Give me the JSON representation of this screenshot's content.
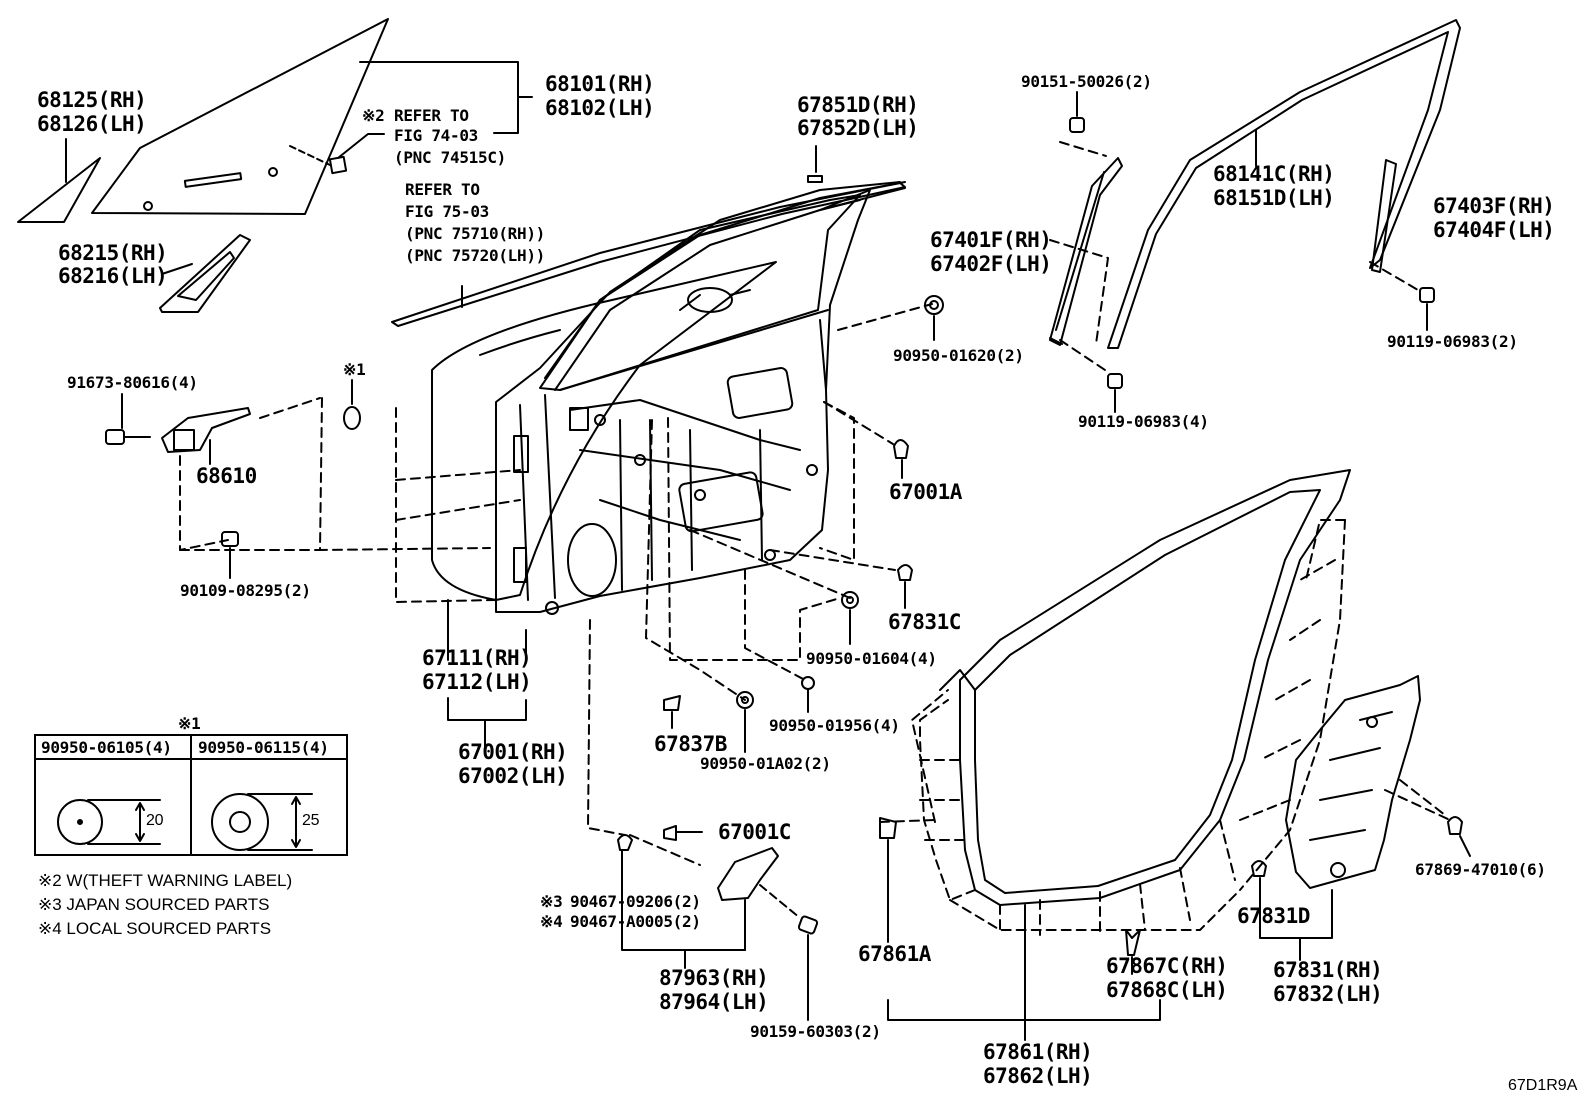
{
  "figure_id": "67D1R9A",
  "labels": {
    "p68125": "68125(RH)",
    "p68126": "68126(LH)",
    "p68101": "68101(RH)",
    "p68102": "68102(LH)",
    "ref74_mark": "※2",
    "ref74_l1": "REFER TO",
    "ref74_l2": "FIG 74-03",
    "ref74_l3": "(PNC 74515C)",
    "ref75_l1": "REFER TO",
    "ref75_l2": "FIG 75-03",
    "ref75_l3": "(PNC 75710(RH))",
    "ref75_l4": "(PNC 75720(LH))",
    "p68215": "68215(RH)",
    "p68216": "68216(LH)",
    "p67851": "67851D(RH)",
    "p67852": "67852D(LH)",
    "p90151": "90151-50026(2)",
    "p68141": "68141C(RH)",
    "p68151": "68151D(LH)",
    "p67403": "67403F(RH)",
    "p67404": "67404F(LH)",
    "p67401": "67401F(RH)",
    "p67402": "67402F(LH)",
    "p90119a": "90119-06983(2)",
    "p90950_1620": "90950-01620(2)",
    "p90119b": "90119-06983(4)",
    "p91673": "91673-80616(4)",
    "mark1": "※1",
    "p68610": "68610",
    "p67001A": "67001A",
    "p90109": "90109-08295(2)",
    "p67831C": "67831C",
    "p67111": "67111(RH)",
    "p67112": "67112(LH)",
    "p90950_1604": "90950-01604(4)",
    "p67001": "67001(RH)",
    "p67002": "67002(LH)",
    "p67837B": "67837B",
    "p90950_1956": "90950-01956(4)",
    "p90950_1A02": "90950-01A02(2)",
    "p67001C": "67001C",
    "p67869": "67869-47010(6)",
    "p90467a_mark": "※3",
    "p90467a": "90467-09206(2)",
    "p90467b_mark": "※4",
    "p90467b": "90467-A0005(2)",
    "p67831D": "67831D",
    "p67861A": "67861A",
    "p67867": "67867C(RH)",
    "p67868": "67868C(LH)",
    "p67831": "67831(RH)",
    "p67832": "67832(LH)",
    "p87963": "87963(RH)",
    "p87964": "87964(LH)",
    "p90159": "90159-60303(2)",
    "p67861": "67861(RH)",
    "p67862": "67862(LH)"
  },
  "table": {
    "mark": "※1",
    "col1": "90950-06105(4)",
    "col2": "90950-06115(4)",
    "dim1": "20",
    "dim2": "25"
  },
  "notes": [
    "※2 W(THEFT WARNING LABEL)",
    "※3 JAPAN SOURCED PARTS",
    "※4 LOCAL SOURCED PARTS"
  ]
}
